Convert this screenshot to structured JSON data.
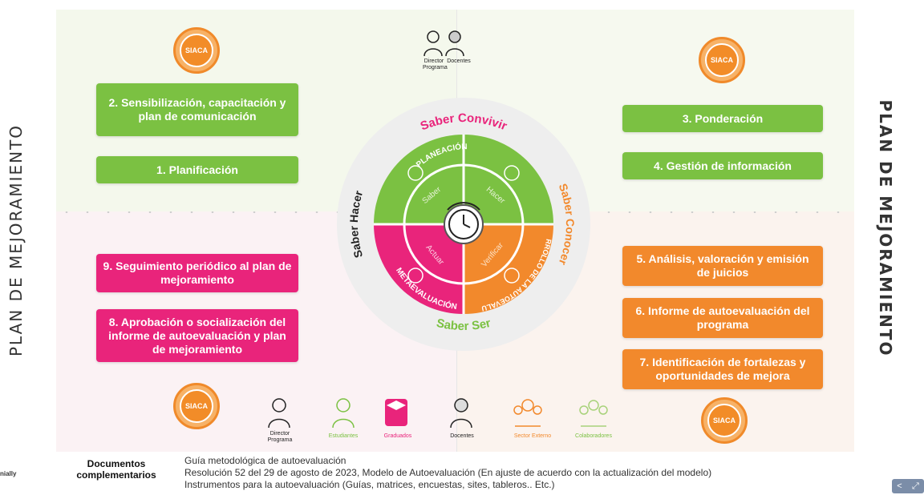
{
  "side_titles": {
    "left": "PLAN DE MEJORAMIENTO",
    "right": "PLAN DE MEJORAMIENTO"
  },
  "badge_text": "SIACA",
  "top_people": [
    "Director Programa",
    "Docentes"
  ],
  "bottom_people": [
    "Director Programa",
    "Estudiantes",
    "Graduados",
    "Docentes",
    "Sector Externo",
    "Colaboradores"
  ],
  "steps": {
    "s1": "1. Planificación",
    "s2": "2. Sensibilización, capacitación y plan de comunicación",
    "s3": "3. Ponderación",
    "s4": "4. Gestión de información",
    "s5": "5. Análisis, valoración y emisión de juicios",
    "s6": "6. Informe de autoevaluación del programa",
    "s7": "7. Identificación de fortalezas y oportunidades de mejora",
    "s8": "8. Aprobación o socialización del informe de autoevaluación y plan de mejoramiento",
    "s9": "9. Seguimiento periódico al plan de mejoramiento"
  },
  "wheel": {
    "ring": {
      "top": "Saber Convivir",
      "right": "Saber Conocer",
      "bottom": "Saber Ser",
      "left": "Saber Hacer"
    },
    "quadrants": {
      "tl": "PLANEACIÓN",
      "br": "DESARROLLO DE LA AUTOEVALUACIÓN",
      "bl": "METAEVALUACIÓN"
    },
    "inner": {
      "tl": "Saber",
      "tr": "Hacer",
      "br": "Verificar",
      "bl": "Actuar"
    },
    "colors": {
      "green": "#7bc142",
      "pink": "#e9247b",
      "orange": "#f2892c"
    }
  },
  "documents": {
    "label": "Documentos complementarios",
    "lines": [
      "Guía metodológica de autoevaluación",
      "Resolución 52 del 29 de agosto de 2023, Modelo de Autoevaluación (En ajuste de acuerdo con la actualización del modelo)",
      "Instrumentos para la autoevaluación (Guías, matrices, encuestas, sites, tableros.. Etc.)"
    ]
  },
  "brand": "nially"
}
